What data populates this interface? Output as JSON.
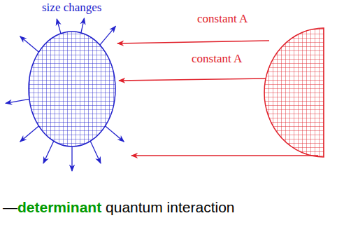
{
  "diagram": {
    "labels": [
      "size changes",
      "constant A",
      "constant A",
      "—",
      "determinant",
      "quantum interaction"
    ]
  }
}
